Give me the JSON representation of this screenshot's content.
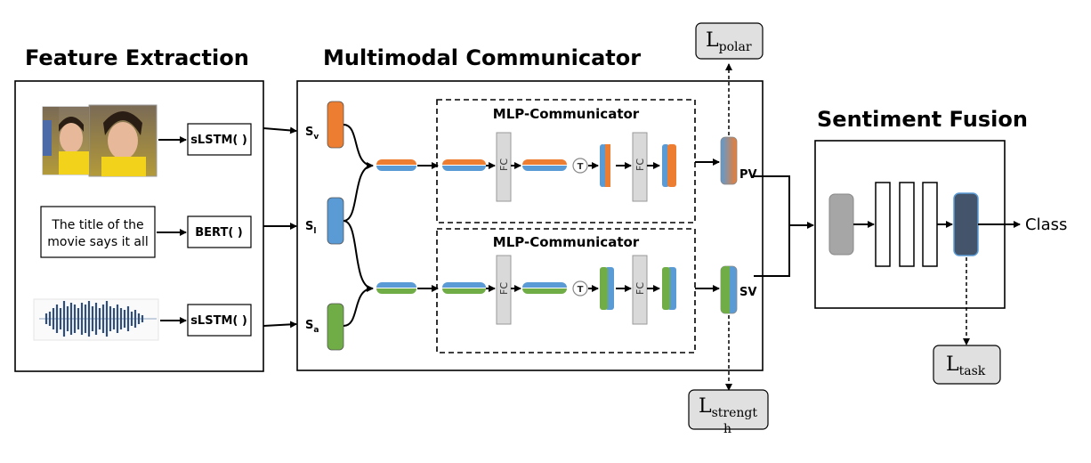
{
  "sections": {
    "feature_extraction": "Feature Extraction",
    "multimodal_communicator": "Multimodal Communicator",
    "sentiment_fusion": "Sentiment Fusion"
  },
  "encoders": {
    "video": "sLSTM( )",
    "text": "BERT( )",
    "audio": "sLSTM( )"
  },
  "text_sample": [
    "The title of the",
    "movie says it all"
  ],
  "inputs": {
    "sv_main": "S",
    "sv_sub": "v",
    "sl_main": "S",
    "sl_sub": "l",
    "sa_main": "S",
    "sa_sub": "a"
  },
  "mlp_label": "MLP-Communicator",
  "fc_label": "FC",
  "t_label": "T",
  "vectors": {
    "pv": "PV",
    "sv": "SV"
  },
  "output": "Class",
  "losses": {
    "polar_main": "L",
    "polar_sub": "polar",
    "strength_main": "L",
    "strength_sub_1": "strengt",
    "strength_sub_2": "h",
    "task_main": "L",
    "task_sub": "task"
  },
  "colors": {
    "orange": "#ED7D31",
    "blue": "#5B9BD5",
    "green": "#70AD47",
    "fc_gray": "#D9D9D9",
    "loss_gray": "#E0E0E0",
    "fusion_gray": "#A6A6A6",
    "fusion_dark": "#44546A"
  }
}
